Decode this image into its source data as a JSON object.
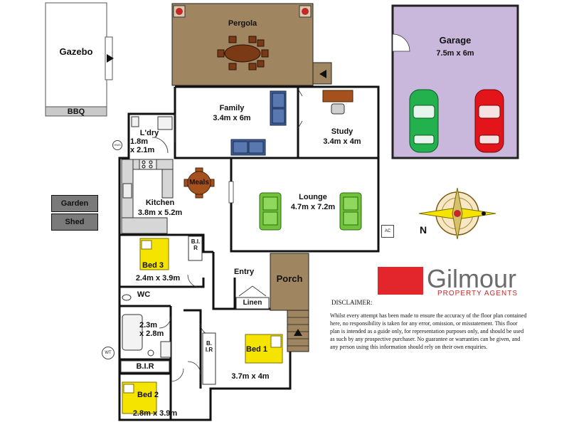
{
  "rooms": {
    "gazebo": {
      "name": "Gazebo"
    },
    "bbq": {
      "name": "BBQ"
    },
    "pergola": {
      "name": "Pergola"
    },
    "garage": {
      "name": "Garage",
      "size": "7.5m x 6m"
    },
    "family": {
      "name": "Family",
      "size": "3.4m x 6m"
    },
    "study": {
      "name": "Study",
      "size": "3.4m x 4m"
    },
    "laundry": {
      "name": "L'dry",
      "size_a": "1.8m",
      "size_b": "x 2.1m"
    },
    "meals": {
      "name": "Meals"
    },
    "kitchen": {
      "name": "Kitchen",
      "size": "3.8m x 5.2m"
    },
    "lounge": {
      "name": "Lounge",
      "size": "4.7m x 7.2m"
    },
    "garden": {
      "name": "Garden"
    },
    "shed": {
      "name": "Shed"
    },
    "bed3": {
      "name": "Bed 3",
      "size": "2.4m x 3.9m"
    },
    "bir_bed3": {
      "name": "B.I.R"
    },
    "entry": {
      "name": "Entry"
    },
    "porch": {
      "name": "Porch"
    },
    "wc": {
      "name": "WC"
    },
    "linen": {
      "name": "Linen"
    },
    "bath": {
      "size_a": "2.3m",
      "size_b": "x 2.8m"
    },
    "bed1": {
      "name": "Bed 1",
      "size": "3.7m x 4m"
    },
    "bir_bed1": {
      "name": "B.I.R"
    },
    "bir_bed2": {
      "name": "B.I.R"
    },
    "bed2": {
      "name": "Bed 2",
      "size": "2.8m x 3.9m"
    }
  },
  "fixtures": {
    "ac": "AC",
    "wt": "WT",
    "hws": "HWS"
  },
  "compass": {
    "north": "N"
  },
  "logo": {
    "name": "Gilmour",
    "subtitle": "PROPERTY AGENTS"
  },
  "disclaimer": {
    "title": "DISCLAIMER:",
    "body": "Whilst every attempt has been made to ensure the accuracy of the floor plan contained here, no responsibility is taken for any error, omission, or misstatement. This floor plan is intended as a guide only, for representation purposes only, and should be used as such by any prospective purchaser. No guarantee or warranties can be given, and any person using this information should rely on their own enquiries."
  },
  "colors": {
    "wall": "#111111",
    "pergola_floor": "#a08660",
    "garage_floor": "#c9b8dc",
    "porch_floor": "#a08660",
    "bed_yellow": "#f5e400",
    "sofa_blue": "#3f5f9a",
    "armchair_green": "#6fc23a",
    "meals_table": "#a4511d",
    "car_green": "#22b14c",
    "car_red": "#e3141a",
    "logo_red": "#e3262b",
    "logo_grey": "#6b6b6b"
  }
}
